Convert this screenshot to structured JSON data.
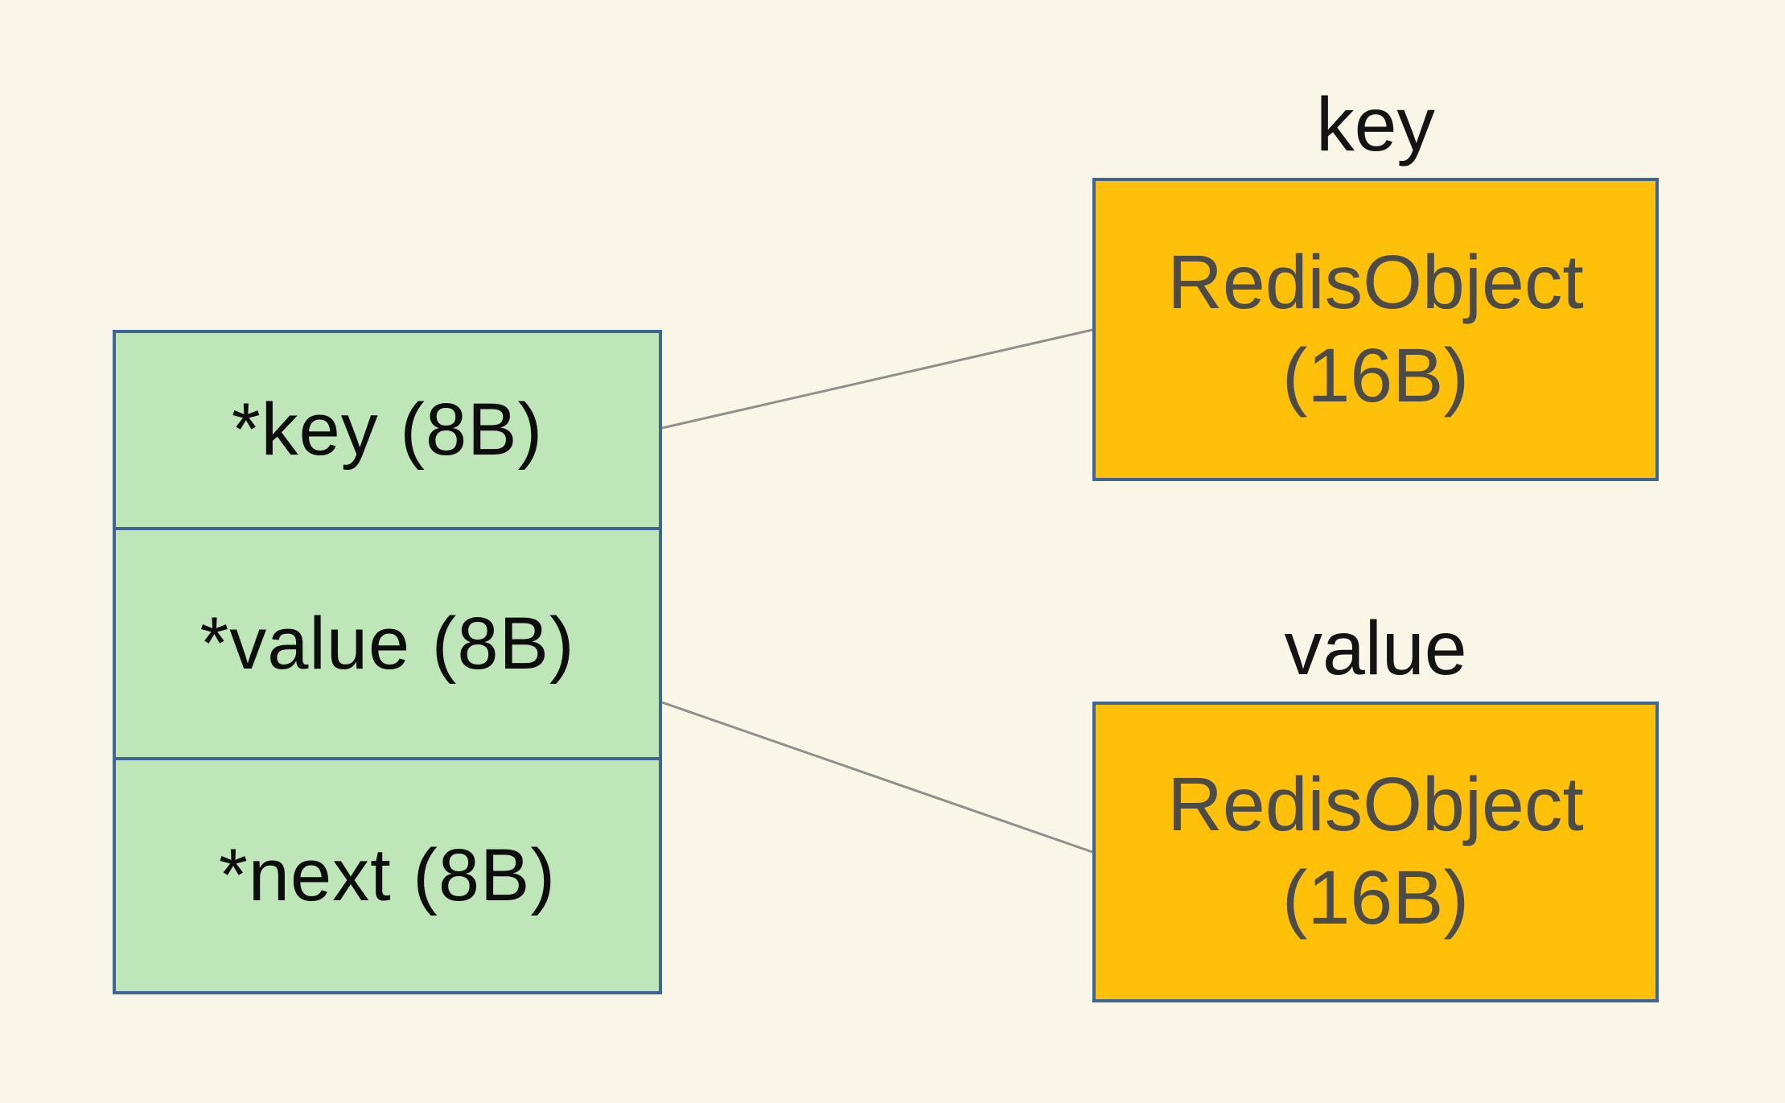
{
  "diagram": {
    "background_color": "#f9f5e7",
    "entry_struct": {
      "fill_color": "#bee6b9",
      "border_color": "#3e6596",
      "text_color": "#0d0d0d",
      "fields": [
        {
          "label": "*key (8B)"
        },
        {
          "label": "*value (8B)"
        },
        {
          "label": "*next (8B)"
        }
      ]
    },
    "redis_objects": [
      {
        "title": "key",
        "name": "RedisObject",
        "size": "(16B)"
      },
      {
        "title": "value",
        "name": "RedisObject",
        "size": "(16B)"
      }
    ],
    "object_fill_color": "#ffc00a",
    "object_text_color": "#4b4b49",
    "connector_color": "#8f8f8d"
  }
}
